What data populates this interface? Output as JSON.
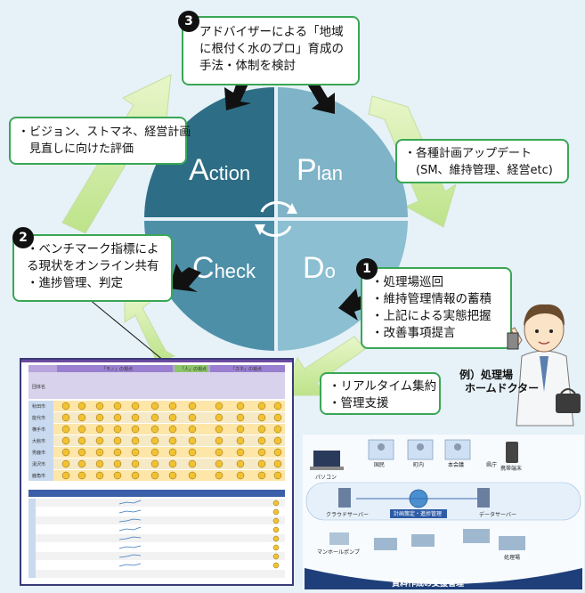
{
  "cycle": {
    "action_initial": "A",
    "action_rest": "ction",
    "plan_initial": "P",
    "plan_rest": "lan",
    "check_initial": "C",
    "check_rest": "heck",
    "do_initial": "D",
    "do_rest": "o"
  },
  "boxes": {
    "advisor": {
      "number": "3",
      "lines": [
        "アドバイザーによる「地域",
        "に根付く水のプロ」育成の",
        "手法・体制を検討"
      ]
    },
    "review": {
      "lines": [
        "・ビジョン、ストマネ、経営計画",
        "　見直しに向けた評価"
      ]
    },
    "update": {
      "lines": [
        "・各種計画アップデート",
        "　(SM、維持管理、経営etc)"
      ]
    },
    "benchmark": {
      "number": "2",
      "lines": [
        "・ベンチマーク指標によ",
        "る現状をオンライン共有",
        "・進捗管理、判定"
      ]
    },
    "inspection": {
      "number": "1",
      "lines": [
        "・処理場巡回",
        "・維持管理情報の蓄積",
        "・上記による実態把握",
        "・改善事項提言"
      ]
    },
    "realtime": {
      "lines": [
        "・リアルタイム集約",
        "・管理支援"
      ]
    }
  },
  "doctor_caption": {
    "line1": "例）処理場",
    "line2": "ホームドクター"
  },
  "dashboard": {
    "header_groups": [
      "「モノ」の視点",
      "「人」の視点",
      "「カネ」の視点"
    ],
    "left_header": "団体名",
    "rows": [
      "秋田市",
      "能代市",
      "横手市",
      "大館市",
      "男鹿市",
      "湯沢市",
      "鹿角市"
    ]
  },
  "network": {
    "nodes": [
      "国民",
      "町内",
      "本会議",
      "県庁",
      "携帯端末",
      "パソコン",
      "クラウドサーバー",
      "計画策定・進捗管理",
      "データサーバー",
      "処理場",
      "マンホールポンプ"
    ],
    "bottom_banner": "資料作成の支援管理"
  },
  "colors": {
    "action": "#2d6e86",
    "plan": "#7fb3c7",
    "check": "#4e8fa8",
    "do": "#8bbfd1",
    "accent": "#3aa655"
  }
}
